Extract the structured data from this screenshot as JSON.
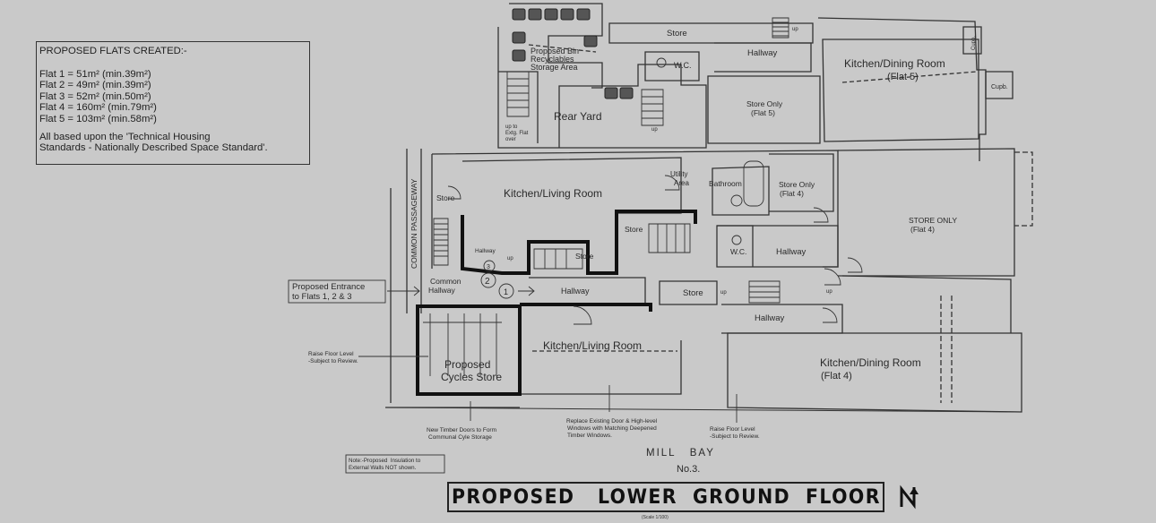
{
  "schedule": {
    "heading": "PROPOSED FLATS CREATED:-",
    "flats": [
      "Flat 1 = 51m² (min.39m²)",
      "Flat 2 = 49m² (min.39m²)",
      "Flat 3 = 52m² (min.50m²)",
      "Flat 4 = 160m² (min.79m²)",
      "Flat 5 = 103m² (min.58m²)"
    ],
    "note_line1": "All based upon the 'Technical Housing",
    "note_line2": "Standards - Nationally Described Space Standard'."
  },
  "labels": {
    "store_top": "Store",
    "up_top": "up",
    "hallway_top": "Hallway",
    "wc_top": "W.C.",
    "kitchen_dining_5": "Kitchen/Dining Room",
    "flat5_paren": "(Flat 5)",
    "cupb_a": "Cupb.",
    "cupb_b": "Cupb.",
    "bin_store_1": "Proposed Bin",
    "bin_store_2": "Recyclables",
    "bin_store_3": "Storage Area",
    "rear_yard": "Rear Yard",
    "store_only_5a": "Store Only",
    "store_only_5b": "(Flat 5)",
    "up_to": "up to",
    "extg_flat": "Extg. Flat",
    "over": "over",
    "up_yard": "up",
    "common_passageway": "COMMON PASSAGEWAY",
    "store_left": "Store",
    "kitchen_living_top": "Kitchen/Living Room",
    "utility_1": "Utility",
    "utility_2": "Area",
    "bathroom": "Bathroom",
    "store_only_4a": "Store Only",
    "store_only_4b": "(Flat 4)",
    "store_only_big_a": "STORE ONLY",
    "store_only_big_b": "(Flat 4)",
    "store_mid": "Store",
    "store_mid2": "Store",
    "hallway_small": "Hallway",
    "up_small": "up",
    "wc_mid": "W.C.",
    "hallway_mid_right": "Hallway",
    "common_hallway_a": "Common",
    "common_hallway_b": "Hallway",
    "num2": "2",
    "num1": "1",
    "num3": "3",
    "hallway_center": "Hallway",
    "store_lower": "Store",
    "up_lower": "up",
    "up_lower2": "up",
    "hallway_lower_right": "Hallway",
    "entrance_1": "Proposed Entrance",
    "entrance_2": "to Flats 1, 2 & 3",
    "raise_floor_l1": "Raise Floor Level",
    "raise_floor_l2": "-Subject to Review.",
    "cycles_1": "Proposed",
    "cycles_2": "Cycles Store",
    "kitchen_living_lower": "Kitchen/Living Room",
    "kitchen_dining_4": "Kitchen/Dining Room",
    "flat4_paren": "(Flat 4)",
    "timber_1": "New Timber Doors to Form",
    "timber_2": "Communal Cyle Storage",
    "replace_1": "Replace Existing Door & High-level",
    "replace_2": "Windows with Matching Deepened",
    "replace_3": "Timber Windows.",
    "raise_floor_r1": "Raise Floor Level",
    "raise_floor_r2": "-Subject to Review.",
    "street": "MILL   BAY",
    "number": "No.3.",
    "insulation_1": "Note:-Proposed  Insulation to",
    "insulation_2": "External Walls NOT shown."
  },
  "title": "PROPOSED   LOWER  GROUND  FLOOR",
  "scale": "(Scale  1/100)",
  "north_symbol": "north-arrow",
  "colors": {
    "background": "#c9c9c9",
    "lines": "#2a2a2a",
    "heavy_walls": "#111111"
  }
}
